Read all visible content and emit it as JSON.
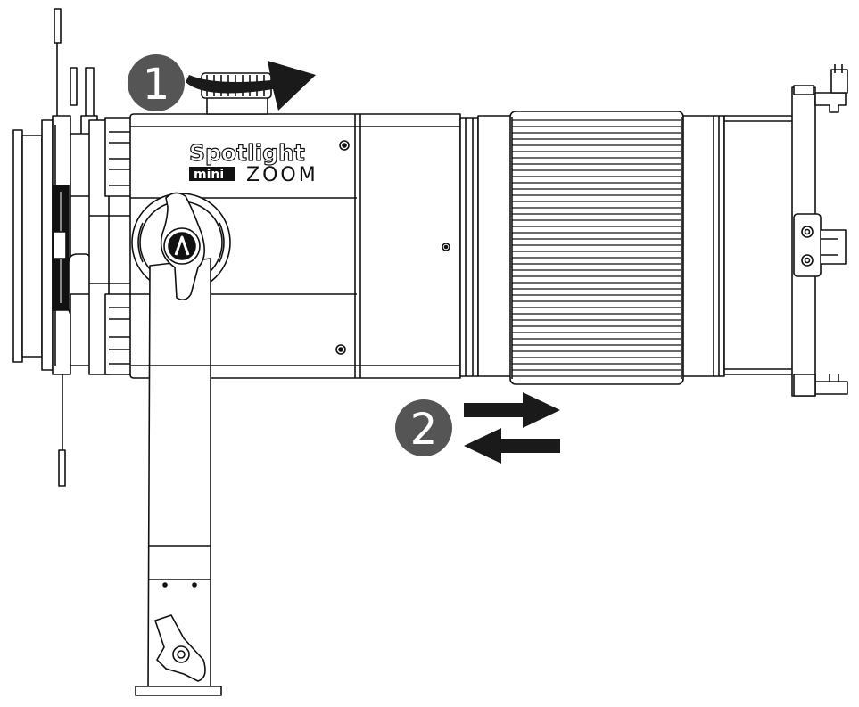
{
  "product": {
    "brand_line": "Spotlight",
    "badge": "mini",
    "model": "ZOOM"
  },
  "steps": [
    {
      "number": "1",
      "action": "rotate-knob"
    },
    {
      "number": "2",
      "action": "slide-lens-barrel"
    }
  ],
  "colors": {
    "line": "#111111",
    "step_badge": "#555555",
    "step_text": "#ffffff",
    "arrow": "#1a1a1a",
    "body_fill": "#ffffff"
  }
}
